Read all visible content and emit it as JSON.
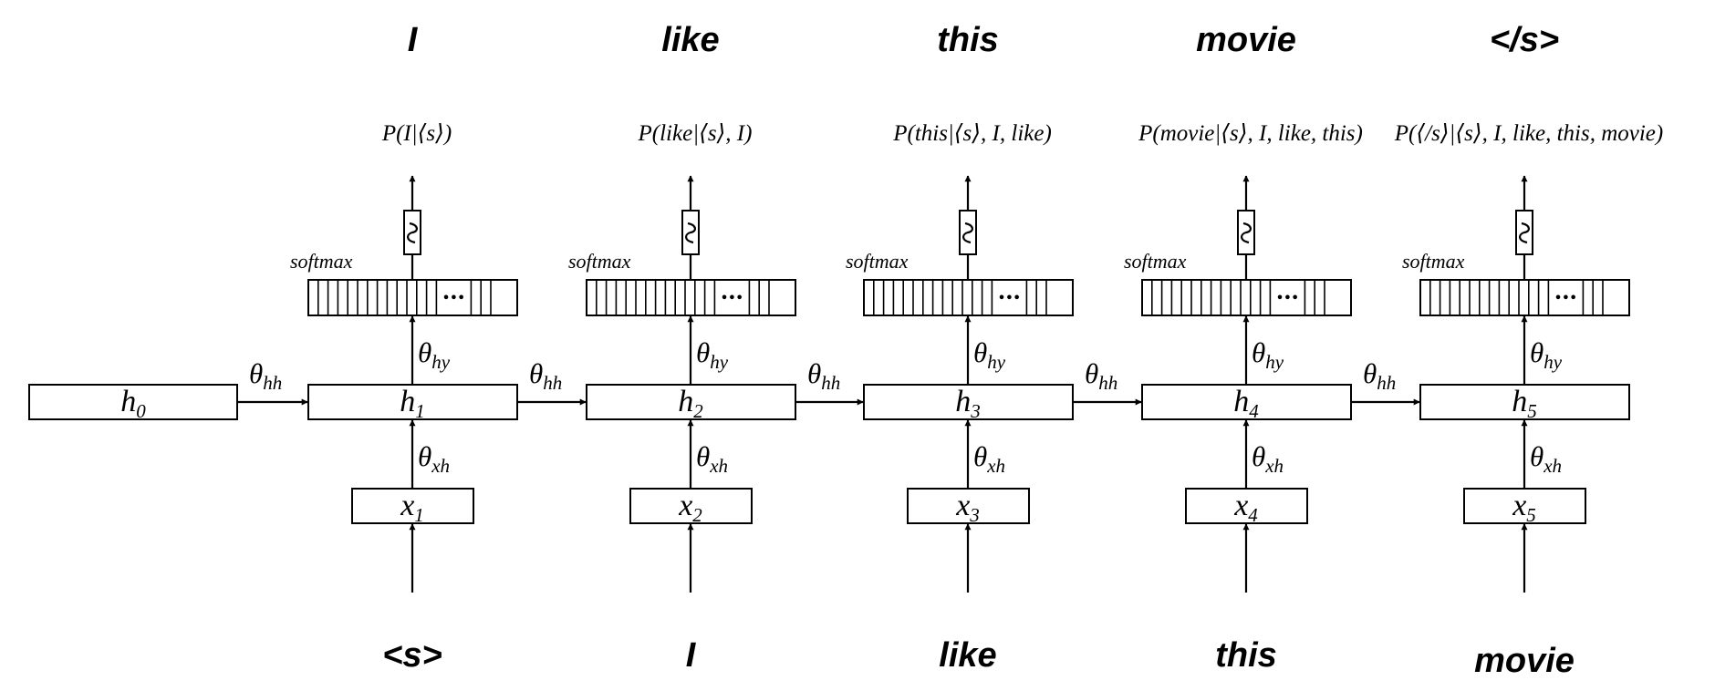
{
  "output_words": [
    "I",
    "like",
    "this",
    "movie",
    "</s>"
  ],
  "input_words": [
    "<s>",
    "I",
    "like",
    "this",
    "movie"
  ],
  "probabilities": [
    "P(I|⟨s⟩)",
    "P(like|⟨s⟩, I)",
    "P(this|⟨s⟩, I, like)",
    "P(movie|⟨s⟩, I, like, this)",
    "P(⟨/s⟩|⟨s⟩, I, like, this, movie)"
  ],
  "softmax_label": "softmax",
  "softmax_ellipsis": "•••",
  "hidden_symbol": "h",
  "hidden_subscripts": [
    "0",
    "1",
    "2",
    "3",
    "4",
    "5"
  ],
  "input_symbol": "x",
  "input_subscripts": [
    "1",
    "2",
    "3",
    "4",
    "5"
  ],
  "theta_symbol": "θ",
  "weights": {
    "recurrent": "hh",
    "output": "hy",
    "input": "xh"
  },
  "tilde_icon": "tilde-icon"
}
